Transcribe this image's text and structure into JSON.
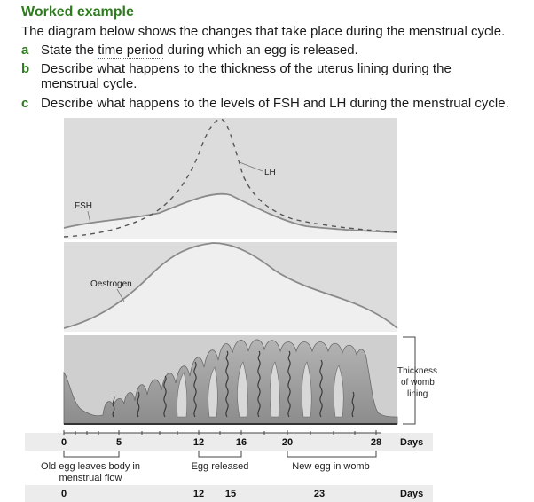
{
  "heading": "Worked example",
  "intro": "The diagram below shows the changes that take place during the menstrual cycle.",
  "questions": [
    {
      "label": "a",
      "text_before": "State the ",
      "text_underlined": "time period",
      "text_after": " during which an egg is released."
    },
    {
      "label": "b",
      "text": "Describe what happens to the thickness of the uterus lining during the menstrual cycle."
    },
    {
      "label": "c",
      "text": "Describe what happens to the levels of FSH and LH during the menstrual cycle."
    }
  ],
  "diagram": {
    "hormone_labels": {
      "fsh": "FSH",
      "lh": "LH",
      "oestrogen": "Oestrogen"
    },
    "lining_label": [
      "Thickness",
      "of womb",
      "lining"
    ],
    "day_axis": {
      "ticks": [
        "0",
        "5",
        "12",
        "16",
        "20",
        "28"
      ],
      "unit": "Days"
    },
    "events": [
      "Old egg leaves body in",
      "menstrual flow",
      "Egg released",
      "New egg in womb"
    ],
    "bottom_axis": {
      "ticks": [
        "0",
        "12",
        "15",
        "23"
      ],
      "unit": "Days"
    }
  },
  "colors": {
    "heading": "#2e7a1e",
    "panel": "#dcdcdc",
    "tissue": "#9a9a9a",
    "vessel": "#333333"
  }
}
